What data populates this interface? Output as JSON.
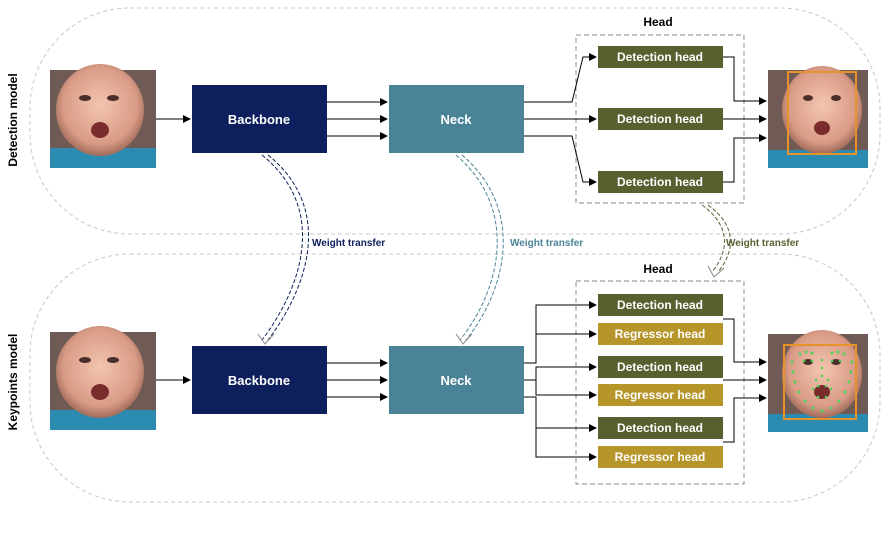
{
  "colors": {
    "backbone": "#0d1f5c",
    "neck": "#4a8398",
    "detection_head": "#56612f",
    "regressor_head": "#b6952b",
    "bbox": "#e8922a",
    "keypoints": "#4dd65a",
    "weight_transfer_backbone": "#0d1f5c",
    "weight_transfer_neck": "#4a8398",
    "weight_transfer_head": "#56612f"
  },
  "detection_model": {
    "side_label": "Detection model",
    "backbone_label": "Backbone",
    "neck_label": "Neck",
    "head_title": "Head",
    "heads": [
      "Detection head",
      "Detection head",
      "Detection head"
    ]
  },
  "keypoints_model": {
    "side_label": "Keypoints model",
    "backbone_label": "Backbone",
    "neck_label": "Neck",
    "head_title": "Head",
    "head_pairs": [
      {
        "detection": "Detection head",
        "regressor": "Regressor head"
      },
      {
        "detection": "Detection head",
        "regressor": "Regressor head"
      },
      {
        "detection": "Detection head",
        "regressor": "Regressor head"
      }
    ]
  },
  "weight_transfer": {
    "backbone_label": "Weight transfer",
    "neck_label": "Weight transfer",
    "head_label": "Weight transfer"
  }
}
